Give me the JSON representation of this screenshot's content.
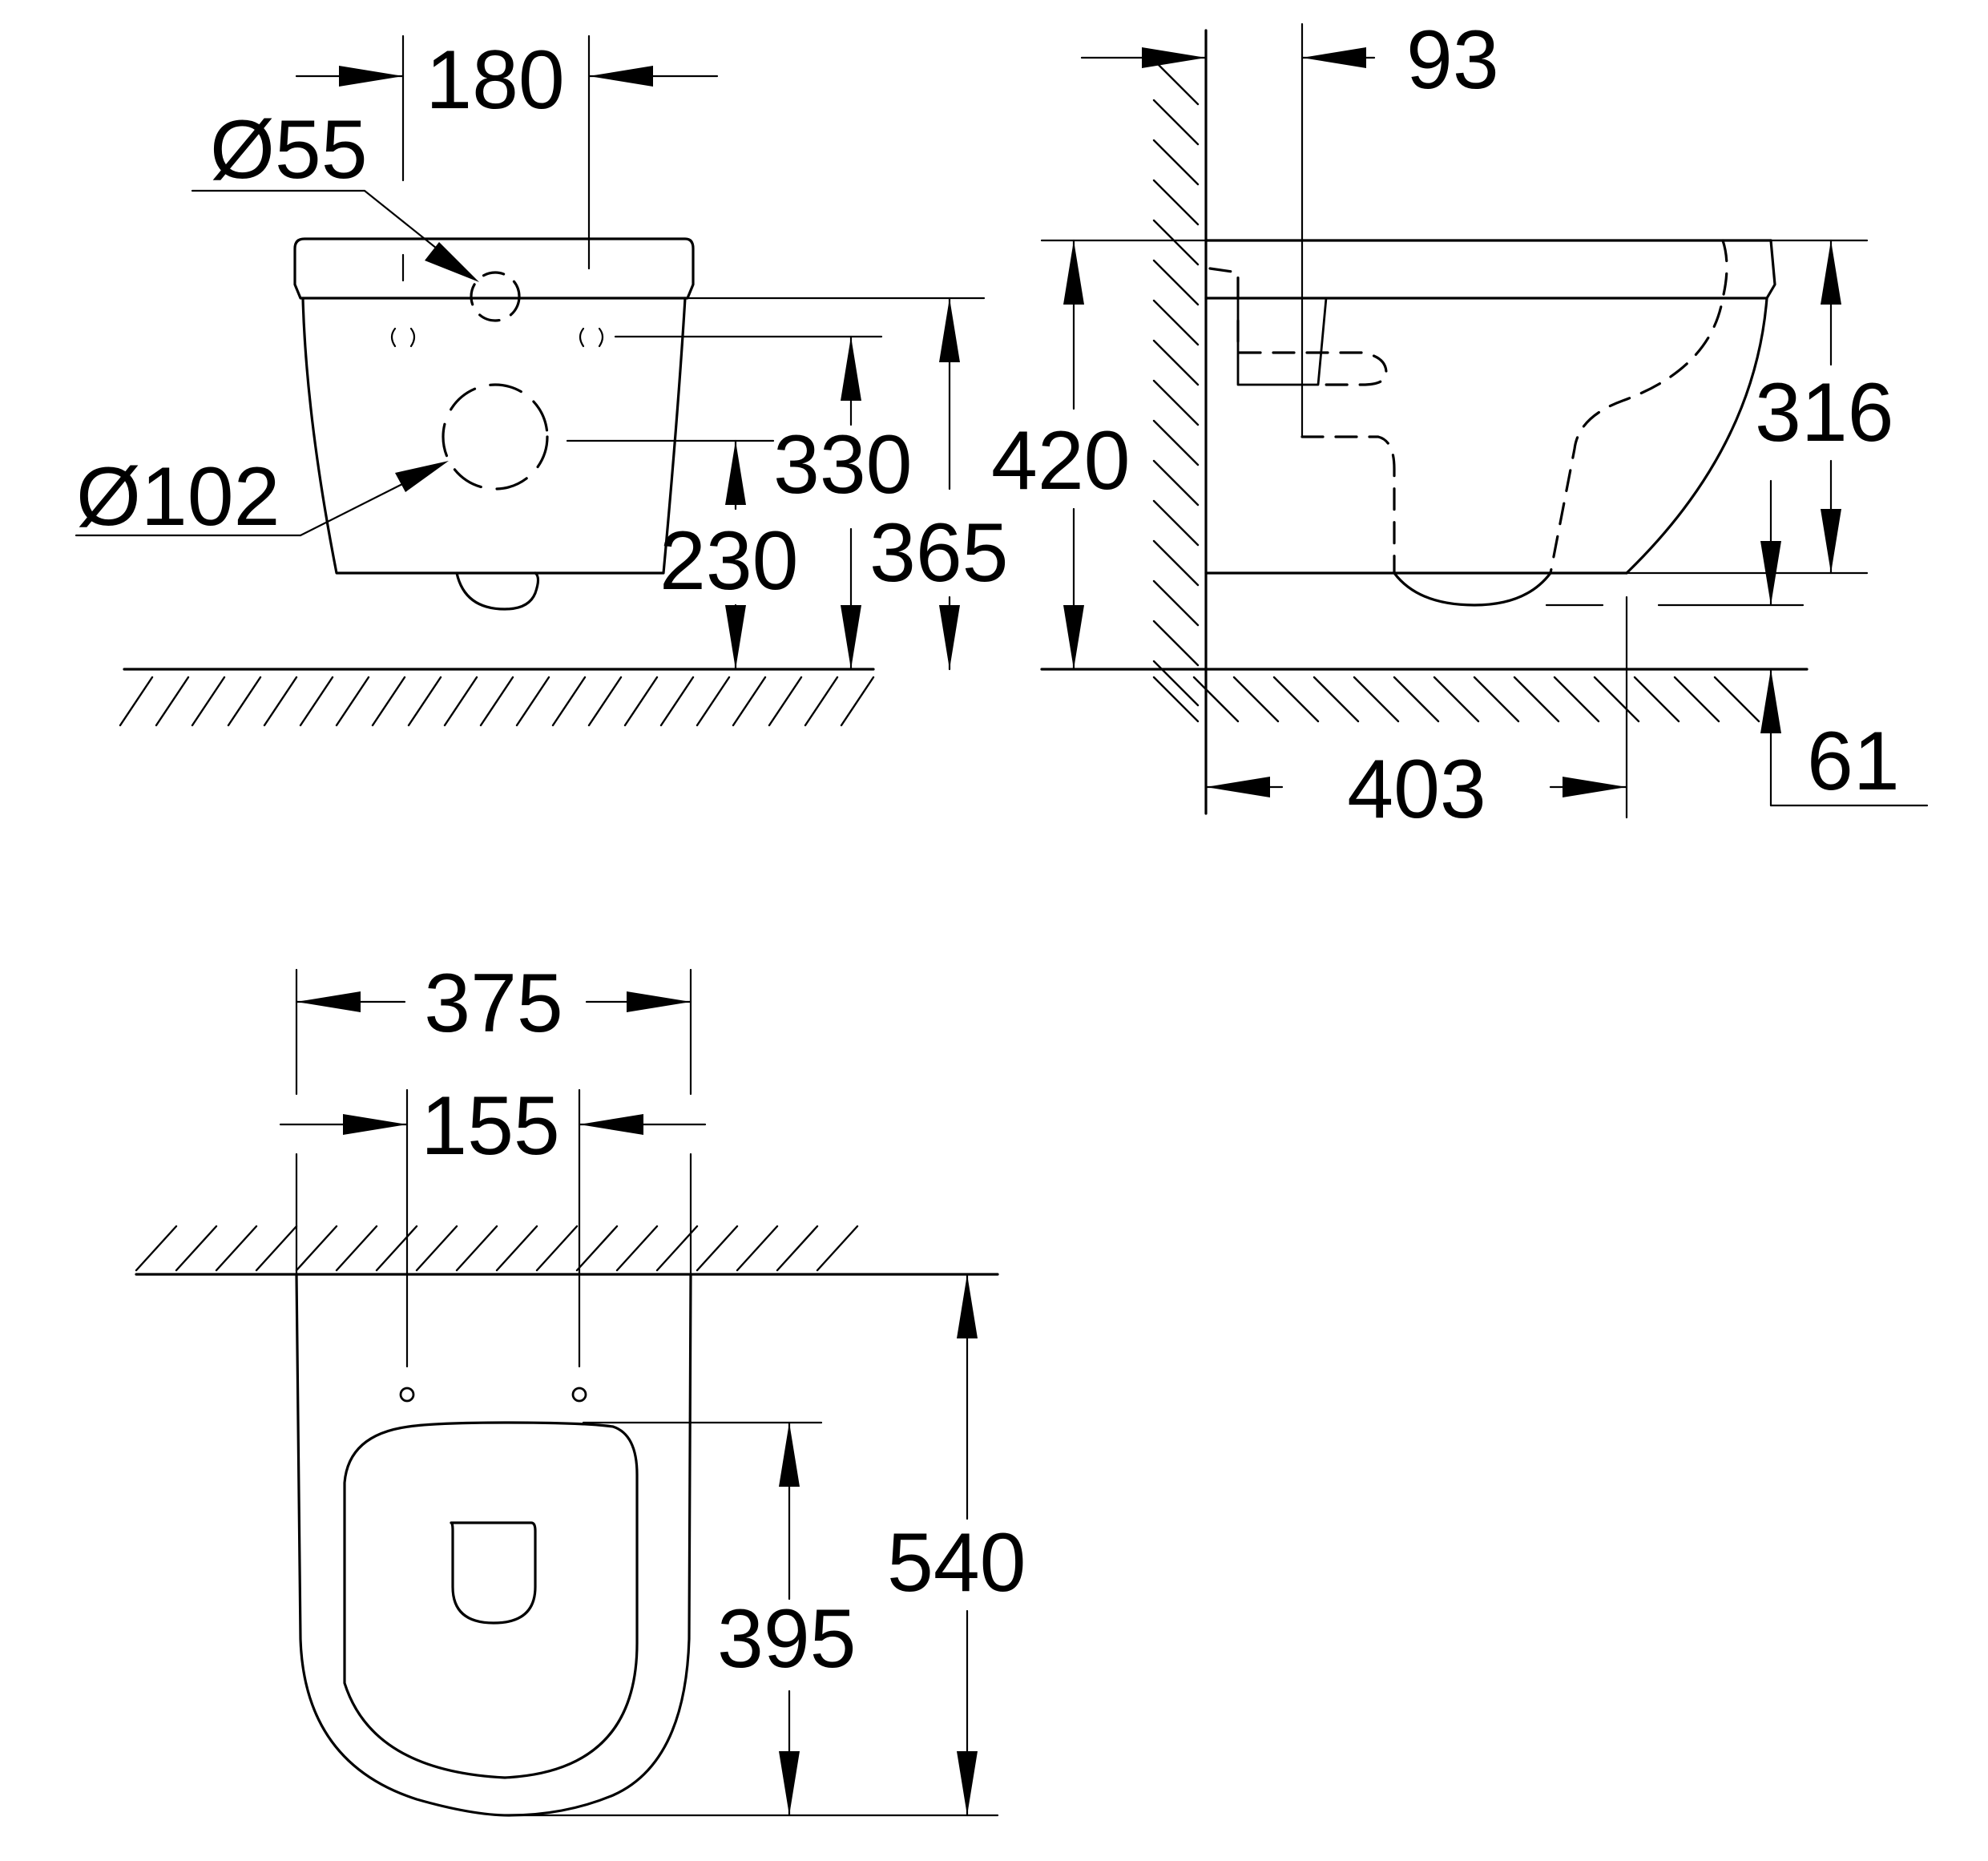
{
  "front_view": {
    "width": "180",
    "inlet_diameter": "Ø55",
    "outlet_diameter": "Ø102",
    "height_330": "330",
    "height_230": "230",
    "height_365": "365"
  },
  "side_view": {
    "offset_93": "93",
    "height_420": "420",
    "height_316": "316",
    "depth_403": "403",
    "height_61": "61"
  },
  "top_view": {
    "width_375": "375",
    "fixing_155": "155",
    "length_540": "540",
    "length_395": "395"
  }
}
